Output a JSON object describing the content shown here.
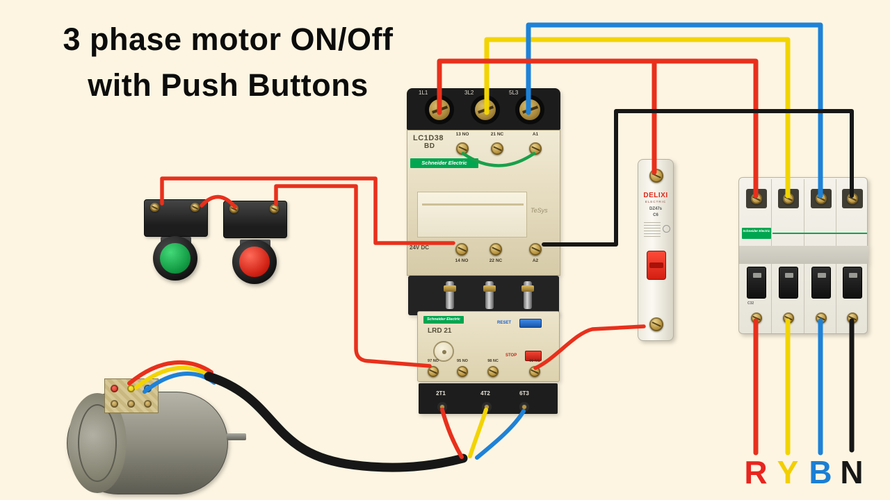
{
  "title": {
    "line1": "3 phase motor ON/Off",
    "line2": "with Push Buttons"
  },
  "colors": {
    "red": "#e8301c",
    "yellow": "#f2d402",
    "blue": "#1e82d8",
    "black": "#171717",
    "green": "#18a04a",
    "background": "#fdf5e2",
    "brand_green": "#00a650"
  },
  "contactor": {
    "terminals_top": [
      "1L1",
      "3L2",
      "5L3"
    ],
    "model": "LC1D38",
    "model_suffix": "BD",
    "brand": "Schneider Electric",
    "aux_top": [
      "13 NO",
      "21 NC",
      "A1"
    ],
    "aux_bottom": [
      "14 NO",
      "22 NC",
      "A2"
    ],
    "coil_voltage": "24V DC",
    "series": "TeSys"
  },
  "overload_relay": {
    "brand": "Schneider Electric",
    "model": "LRD 21",
    "reset_label": "RESET",
    "stop_label": "STOP",
    "aux_terminals": [
      "97 NO",
      "95 NO",
      "98 NC",
      "96 NC"
    ],
    "load_terminals": [
      "2T1",
      "4T2",
      "6T3"
    ]
  },
  "mcb_single": {
    "brand": "DELIXI",
    "brand_sub": "ELECTRIC",
    "model": "DZ47s",
    "rating": "C6"
  },
  "mcb_4pole": {
    "brand": "Schneider Electric",
    "rating": "C32"
  },
  "phase_labels": [
    {
      "label": "R",
      "color": "#e8251f"
    },
    {
      "label": "Y",
      "color": "#f2cf00"
    },
    {
      "label": "B",
      "color": "#1b7fd4"
    },
    {
      "label": "N",
      "color": "#171717"
    }
  ]
}
